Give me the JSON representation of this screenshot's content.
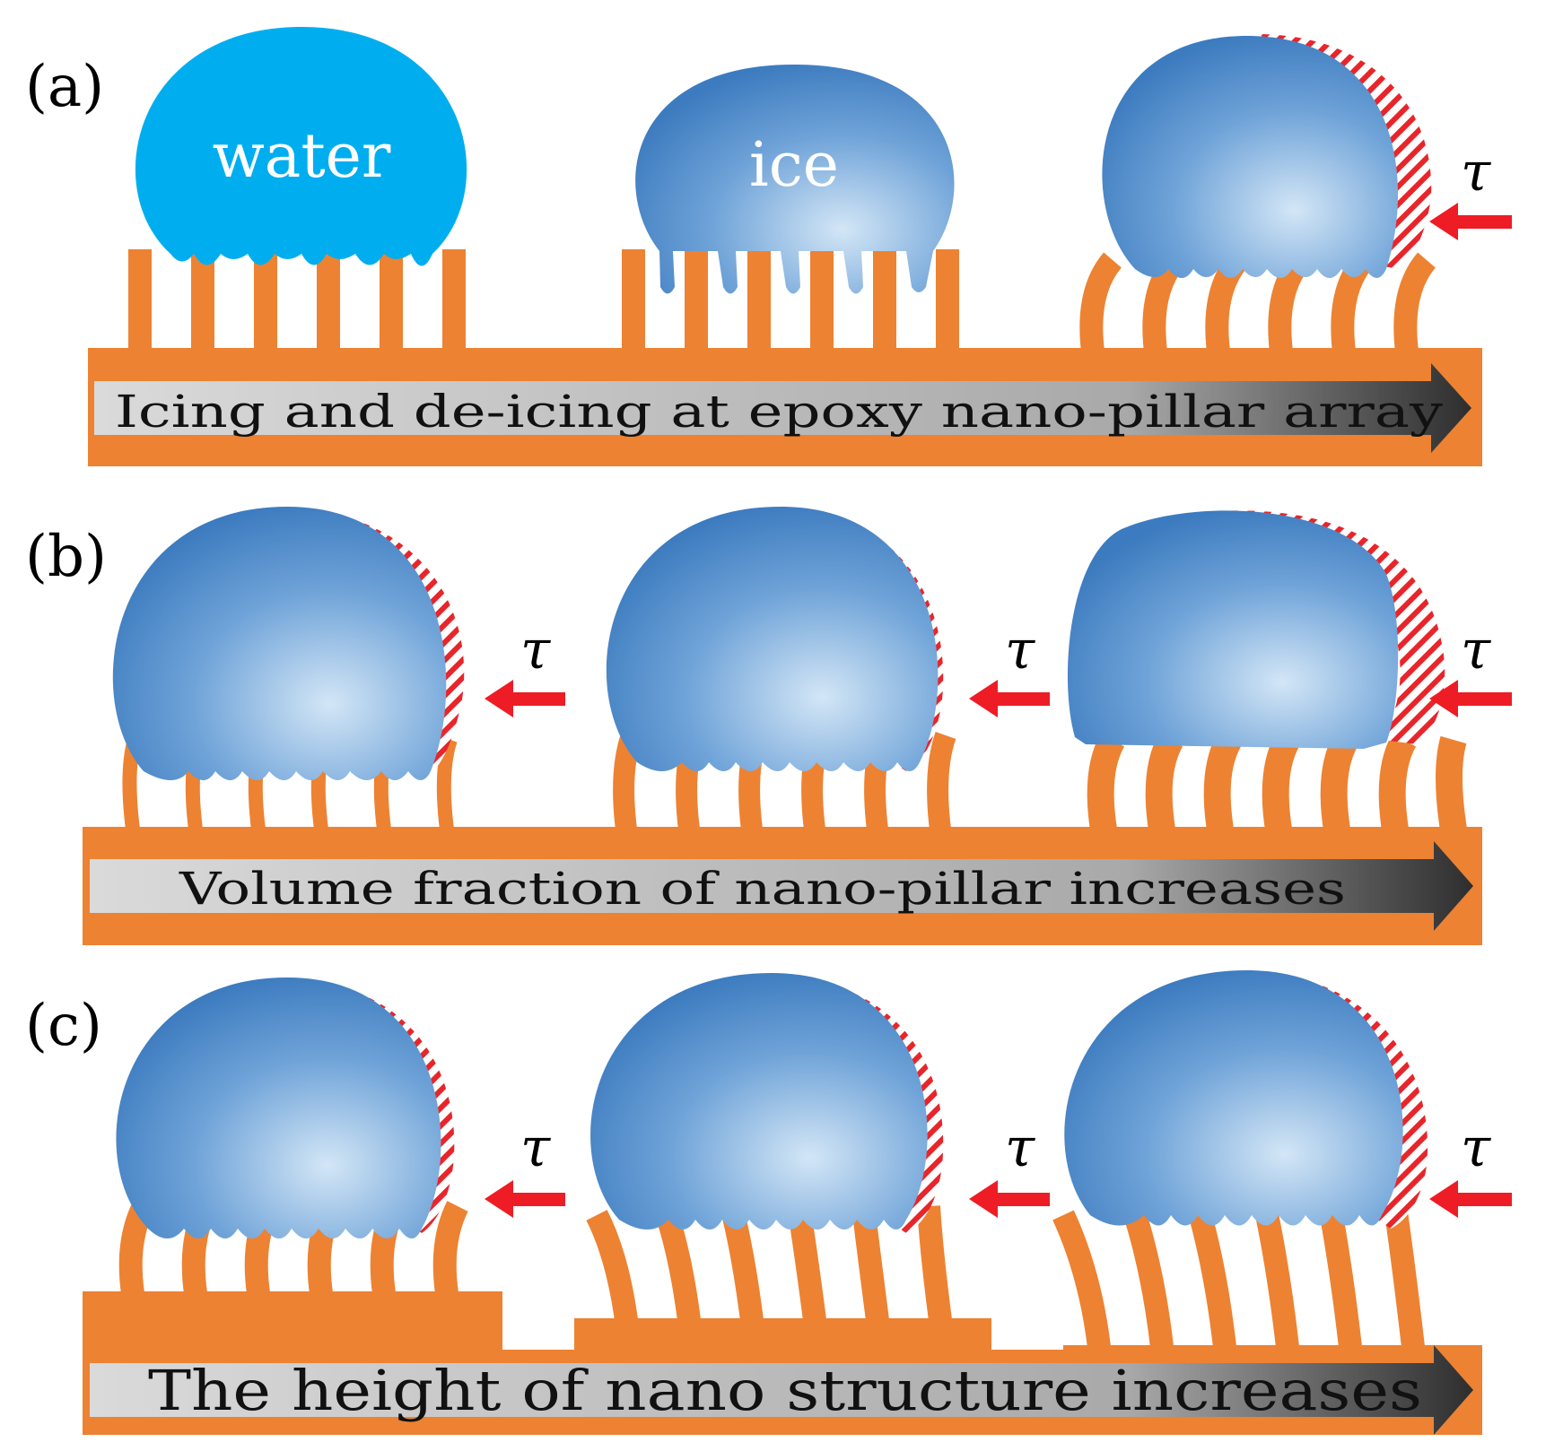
{
  "panels": [
    {
      "label": "(a)",
      "caption": "Icing and de-icing at epoxy nano-pillar array"
    },
    {
      "label": "(b)",
      "caption": "Volume fraction of nano-pillar increases"
    },
    {
      "label": "(c)",
      "caption": "The height of nano structure increases"
    }
  ],
  "drop_labels": {
    "water": "water",
    "ice": "ice"
  },
  "stress_symbol": "τ",
  "colors": {
    "substrate": "#ED8232",
    "water": "#00AEEF",
    "ice_dark": "#3F7FC2",
    "ice_light": "#C9DEF2",
    "stress_arrow": "#EE1C25",
    "hatch": "#E8252A"
  }
}
